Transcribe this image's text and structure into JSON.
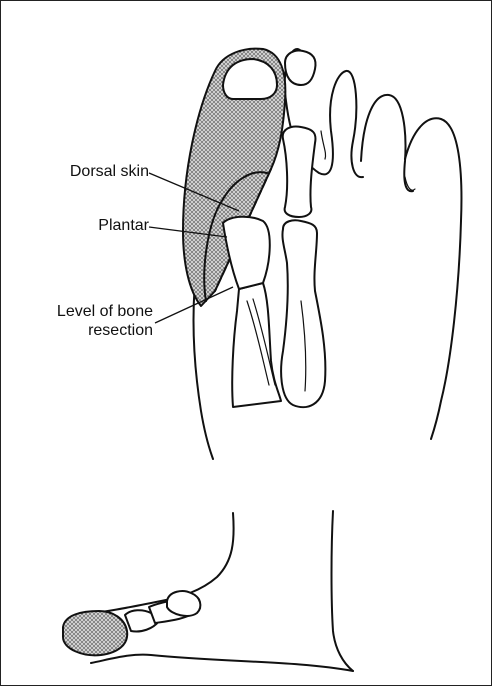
{
  "labels": {
    "dorsal_skin": "Dorsal skin",
    "plantar": "Plantar",
    "level_line1": "Level of bone",
    "level_line2": "resection"
  }
}
